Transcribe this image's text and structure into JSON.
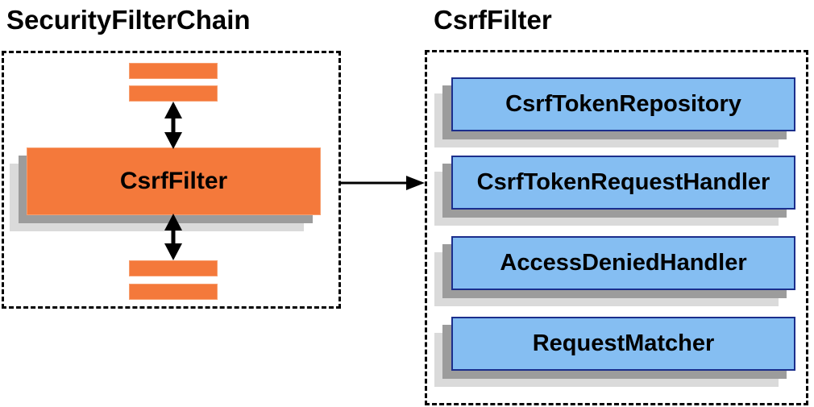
{
  "diagram": {
    "left_panel": {
      "title": "SecurityFilterChain",
      "filter_box_label": "CsrfFilter"
    },
    "right_panel": {
      "title": "CsrfFilter",
      "components": [
        {
          "label": "CsrfTokenRepository"
        },
        {
          "label": "CsrfTokenRequestHandler"
        },
        {
          "label": "AccessDeniedHandler"
        },
        {
          "label": "RequestMatcher"
        }
      ]
    },
    "colors": {
      "orange": "#F4793B",
      "orange_edge": "#F79E6E",
      "blue": "#85BEF2",
      "blue_border": "#1B2E8C",
      "shadow_dark": "#9C9C9C",
      "shadow_light": "#DADADA",
      "arrow": "#000000"
    }
  }
}
